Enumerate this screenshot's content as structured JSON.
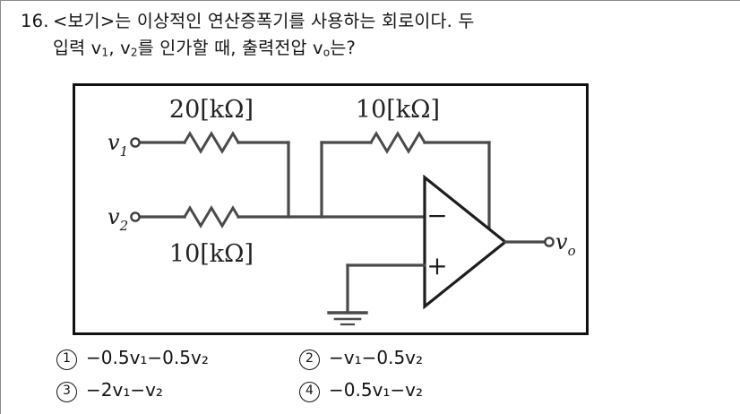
{
  "question": {
    "number": "16.",
    "line1_part1": "<보기>는 이상적인 연산증폭기를 사용하는 회로이다. 두",
    "line2_pre": "입력 v",
    "line2_sub1": "1",
    "line2_mid": ", v",
    "line2_sub2": "2",
    "line2_post": "를 인가할 때, 출력전압 v",
    "line2_sub3": "o",
    "line2_end": "는?"
  },
  "figure": {
    "label": "circuit-diagram",
    "input1_label": "v",
    "input1_sub": "1",
    "input2_label": "v",
    "input2_sub": "2",
    "output_label": "v",
    "output_sub": "o",
    "resistor_r1": "20[kΩ]",
    "resistor_r2": "10[kΩ]",
    "resistor_rf": "10[kΩ]",
    "opamp_minus": "−",
    "opamp_plus": "+",
    "ground": "ground-symbol"
  },
  "options": [
    {
      "marker": "1",
      "text": "−0.5v₁−0.5v₂"
    },
    {
      "marker": "2",
      "text": "−v₁−0.5v₂"
    },
    {
      "marker": "3",
      "text": "−2v₁−v₂"
    },
    {
      "marker": "4",
      "text": "−0.5v₁−v₂"
    }
  ],
  "colors": {
    "ink": "#141414",
    "wire": "#4a4a4a",
    "frame": "#111111",
    "page_border": "#8a8a8a"
  }
}
